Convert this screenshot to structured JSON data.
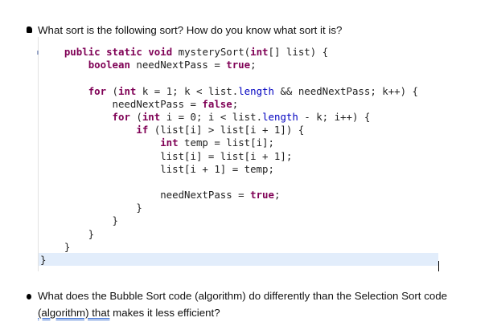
{
  "questions": [
    {
      "bullet_icon": "bullet-icon",
      "text": "What sort is the following sort?  How do you know what sort it is?"
    },
    {
      "bullet_icon": "bullet-icon",
      "text_line1": "What does the Bubble Sort code (algorithm) do differently than the Selection Sort code",
      "text_underlined": "(algorithm)  that",
      "text_line2_rest": " makes it less efficient?"
    }
  ],
  "code": {
    "language": "java",
    "colors": {
      "keyword": "#7f0055",
      "field": "#0000c0",
      "plain": "#222222",
      "current_line_highlight": "#e2edfb"
    },
    "lines": [
      [
        {
          "t": "    "
        },
        {
          "t": "public",
          "k": "kw"
        },
        {
          "t": " "
        },
        {
          "t": "static",
          "k": "kw"
        },
        {
          "t": " "
        },
        {
          "t": "void",
          "k": "kw"
        },
        {
          "t": " mysterySort("
        },
        {
          "t": "int",
          "k": "kw"
        },
        {
          "t": "[] list) {"
        }
      ],
      [
        {
          "t": "        "
        },
        {
          "t": "boolean",
          "k": "kw"
        },
        {
          "t": " needNextPass = "
        },
        {
          "t": "true",
          "k": "kw"
        },
        {
          "t": ";"
        }
      ],
      [
        {
          "t": ""
        }
      ],
      [
        {
          "t": "        "
        },
        {
          "t": "for",
          "k": "kw"
        },
        {
          "t": " ("
        },
        {
          "t": "int",
          "k": "kw"
        },
        {
          "t": " k = 1; k < list."
        },
        {
          "t": "length",
          "k": "field"
        },
        {
          "t": " && needNextPass; k++) {"
        }
      ],
      [
        {
          "t": "            needNextPass = "
        },
        {
          "t": "false",
          "k": "kw"
        },
        {
          "t": ";"
        }
      ],
      [
        {
          "t": "            "
        },
        {
          "t": "for",
          "k": "kw"
        },
        {
          "t": " ("
        },
        {
          "t": "int",
          "k": "kw"
        },
        {
          "t": " i = 0; i < list."
        },
        {
          "t": "length",
          "k": "field"
        },
        {
          "t": " - k; i++) {"
        }
      ],
      [
        {
          "t": "                "
        },
        {
          "t": "if",
          "k": "kw"
        },
        {
          "t": " (list[i] > list[i + 1]) {"
        }
      ],
      [
        {
          "t": "                    "
        },
        {
          "t": "int",
          "k": "kw"
        },
        {
          "t": " temp = list[i];"
        }
      ],
      [
        {
          "t": "                    list[i] = list[i + 1];"
        }
      ],
      [
        {
          "t": "                    list[i + 1] = temp;"
        }
      ],
      [
        {
          "t": ""
        }
      ],
      [
        {
          "t": "                    needNextPass = "
        },
        {
          "t": "true",
          "k": "kw"
        },
        {
          "t": ";"
        }
      ],
      [
        {
          "t": "                }"
        }
      ],
      [
        {
          "t": "            }"
        }
      ],
      [
        {
          "t": "        }"
        }
      ],
      [
        {
          "t": "    }"
        }
      ],
      [
        {
          "t": "}"
        }
      ]
    ]
  }
}
